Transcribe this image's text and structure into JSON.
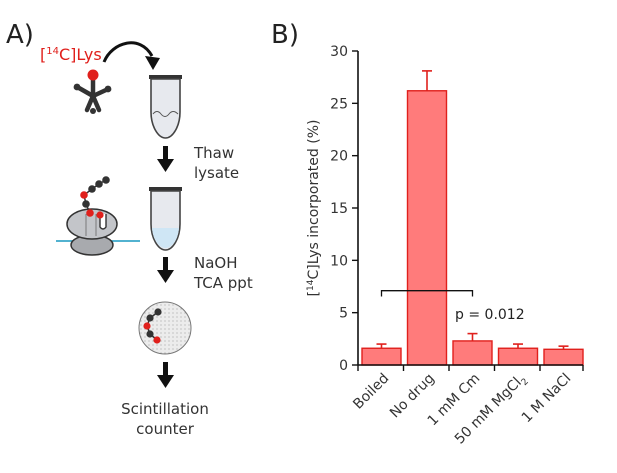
{
  "panel_a": {
    "label": "A)",
    "tracer_prefix": "[",
    "tracer_sup": "14",
    "tracer_suffix": "C]Lys",
    "steps": [
      {
        "line1": "Thaw",
        "line2": "lysate"
      },
      {
        "line1": "NaOH",
        "line2": "TCA ppt"
      }
    ],
    "final": {
      "line1": "Scintillation",
      "line2": "counter"
    },
    "colors": {
      "red": "#e0201c",
      "dark": "#333333",
      "tube_fill": "#e7e9ee",
      "liquid": "#cfe6f5",
      "membrane": "#3aa7c9"
    },
    "icons": [
      "trna-icon",
      "curved-arrow-icon",
      "tube-icon",
      "down-arrow-icon",
      "ribosome-icon",
      "filter-disk-icon"
    ]
  },
  "panel_b": {
    "label": "B)",
    "significance_label": "p = ",
    "significance_value": "0.012"
  },
  "chart_data": {
    "type": "bar",
    "categories": [
      "Boiled",
      "No drug",
      "1 mM Cm",
      "50 mM MgCl2",
      "1 M NaCl"
    ],
    "category_labels": [
      {
        "text": "Boiled",
        "sub": ""
      },
      {
        "text": "No drug",
        "sub": ""
      },
      {
        "text": "1 mM Cm",
        "sub": ""
      },
      {
        "text": "50 mM MgCl",
        "sub": "2"
      },
      {
        "text": "1 M NaCl",
        "sub": ""
      }
    ],
    "values": [
      1.6,
      26.2,
      2.3,
      1.6,
      1.5
    ],
    "errors": [
      0.4,
      1.9,
      0.7,
      0.4,
      0.3
    ],
    "ylabel_prefix": "[",
    "ylabel_sup": "14",
    "ylabel_suffix": "C]Lys incorporated (%)",
    "ylim": [
      0,
      30
    ],
    "yticks": [
      0,
      5,
      10,
      15,
      20,
      25,
      30
    ],
    "ytick_labels": [
      "0",
      "5",
      "10",
      "15",
      "20",
      "25",
      "30"
    ],
    "grid": false,
    "legend": "none",
    "bar_fill": "#ff7b7b",
    "bar_stroke": "#e0201c",
    "bracket": {
      "from_category": "Boiled",
      "to_category": "1 mM Cm",
      "y": 7.1
    }
  }
}
